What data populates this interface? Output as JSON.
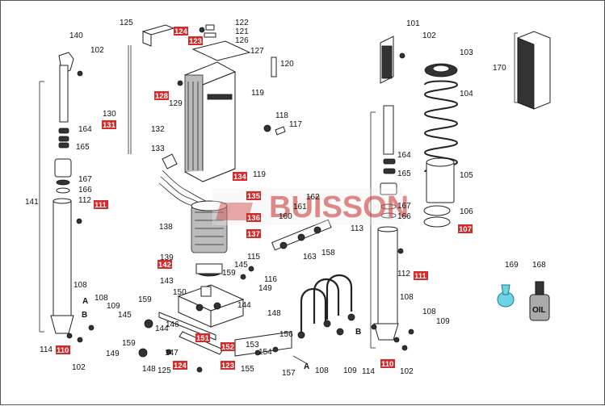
{
  "watermark": "BUISSON",
  "labels": [
    {
      "id": "l125a",
      "t": "125"
    },
    {
      "id": "l122",
      "t": "122"
    },
    {
      "id": "l121",
      "t": "121"
    },
    {
      "id": "l126",
      "t": "126"
    },
    {
      "id": "l127",
      "t": "127"
    },
    {
      "id": "l120",
      "t": "120"
    },
    {
      "id": "l119a",
      "t": "119"
    },
    {
      "id": "l129",
      "t": "129"
    },
    {
      "id": "l130",
      "t": "130"
    },
    {
      "id": "l132",
      "t": "132"
    },
    {
      "id": "l133",
      "t": "133"
    },
    {
      "id": "l118",
      "t": "118"
    },
    {
      "id": "l117",
      "t": "117"
    },
    {
      "id": "l119b",
      "t": "119"
    },
    {
      "id": "l140",
      "t": "140"
    },
    {
      "id": "l102a",
      "t": "102"
    },
    {
      "id": "l164a",
      "t": "164"
    },
    {
      "id": "l165a",
      "t": "165"
    },
    {
      "id": "l167a",
      "t": "167"
    },
    {
      "id": "l166a",
      "t": "166"
    },
    {
      "id": "l141",
      "t": "141"
    },
    {
      "id": "l112a",
      "t": "112"
    },
    {
      "id": "l138",
      "t": "138"
    },
    {
      "id": "l162",
      "t": "162"
    },
    {
      "id": "l161",
      "t": "161"
    },
    {
      "id": "l160",
      "t": "160"
    },
    {
      "id": "l163",
      "t": "163"
    },
    {
      "id": "l139",
      "t": "139"
    },
    {
      "id": "l143",
      "t": "143"
    },
    {
      "id": "l145a",
      "t": "145"
    },
    {
      "id": "l115",
      "t": "115"
    },
    {
      "id": "l159a",
      "t": "159"
    },
    {
      "id": "l116",
      "t": "116"
    },
    {
      "id": "l149a",
      "t": "149"
    },
    {
      "id": "l150",
      "t": "150"
    },
    {
      "id": "l144a",
      "t": "144"
    },
    {
      "id": "l108a",
      "t": "108"
    },
    {
      "id": "l108b",
      "t": "108"
    },
    {
      "id": "l109a",
      "t": "109"
    },
    {
      "id": "l145b",
      "t": "145"
    },
    {
      "id": "l159b",
      "t": "159"
    },
    {
      "id": "l144b",
      "t": "144"
    },
    {
      "id": "l146",
      "t": "146"
    },
    {
      "id": "l148a",
      "t": "148"
    },
    {
      "id": "l114a",
      "t": "114"
    },
    {
      "id": "l102b",
      "t": "102"
    },
    {
      "id": "l149b",
      "t": "149"
    },
    {
      "id": "l159c",
      "t": "159"
    },
    {
      "id": "l147",
      "t": "147"
    },
    {
      "id": "l148b",
      "t": "148"
    },
    {
      "id": "l125b",
      "t": "125"
    },
    {
      "id": "l156",
      "t": "156"
    },
    {
      "id": "l153",
      "t": "153"
    },
    {
      "id": "l154",
      "t": "154"
    },
    {
      "id": "l155",
      "t": "155"
    },
    {
      "id": "l157",
      "t": "157"
    },
    {
      "id": "l158",
      "t": "158"
    },
    {
      "id": "l108c",
      "t": "108"
    },
    {
      "id": "l109b",
      "t": "109"
    },
    {
      "id": "l101",
      "t": "101"
    },
    {
      "id": "l102c",
      "t": "102"
    },
    {
      "id": "l103",
      "t": "103"
    },
    {
      "id": "l104",
      "t": "104"
    },
    {
      "id": "l164b",
      "t": "164"
    },
    {
      "id": "l165b",
      "t": "165"
    },
    {
      "id": "l105",
      "t": "105"
    },
    {
      "id": "l167b",
      "t": "167"
    },
    {
      "id": "l166b",
      "t": "166"
    },
    {
      "id": "l106",
      "t": "106"
    },
    {
      "id": "l113",
      "t": "113"
    },
    {
      "id": "l112b",
      "t": "112"
    },
    {
      "id": "l108d",
      "t": "108"
    },
    {
      "id": "l108e",
      "t": "108"
    },
    {
      "id": "l109c",
      "t": "109"
    },
    {
      "id": "l114b",
      "t": "114"
    },
    {
      "id": "l102d",
      "t": "102"
    },
    {
      "id": "l170",
      "t": "170"
    },
    {
      "id": "l169",
      "t": "169"
    },
    {
      "id": "l168",
      "t": "168"
    },
    {
      "id": "lA1",
      "t": "A"
    },
    {
      "id": "lB1",
      "t": "B"
    },
    {
      "id": "lA2",
      "t": "A"
    },
    {
      "id": "lB2",
      "t": "B"
    }
  ],
  "red_labels": [
    {
      "id": "r124a",
      "t": "124"
    },
    {
      "id": "r123a",
      "t": "123"
    },
    {
      "id": "r128",
      "t": "128"
    },
    {
      "id": "r131",
      "t": "131"
    },
    {
      "id": "r111a",
      "t": "111"
    },
    {
      "id": "r134",
      "t": "134"
    },
    {
      "id": "r135",
      "t": "135"
    },
    {
      "id": "r136",
      "t": "136"
    },
    {
      "id": "r137",
      "t": "137"
    },
    {
      "id": "r142",
      "t": "142"
    },
    {
      "id": "r110a",
      "t": "110"
    },
    {
      "id": "r151",
      "t": "151"
    },
    {
      "id": "r152",
      "t": "152"
    },
    {
      "id": "r124b",
      "t": "124"
    },
    {
      "id": "r123b",
      "t": "123"
    },
    {
      "id": "r107",
      "t": "107"
    },
    {
      "id": "r111b",
      "t": "111"
    },
    {
      "id": "r110b",
      "t": "110"
    }
  ]
}
